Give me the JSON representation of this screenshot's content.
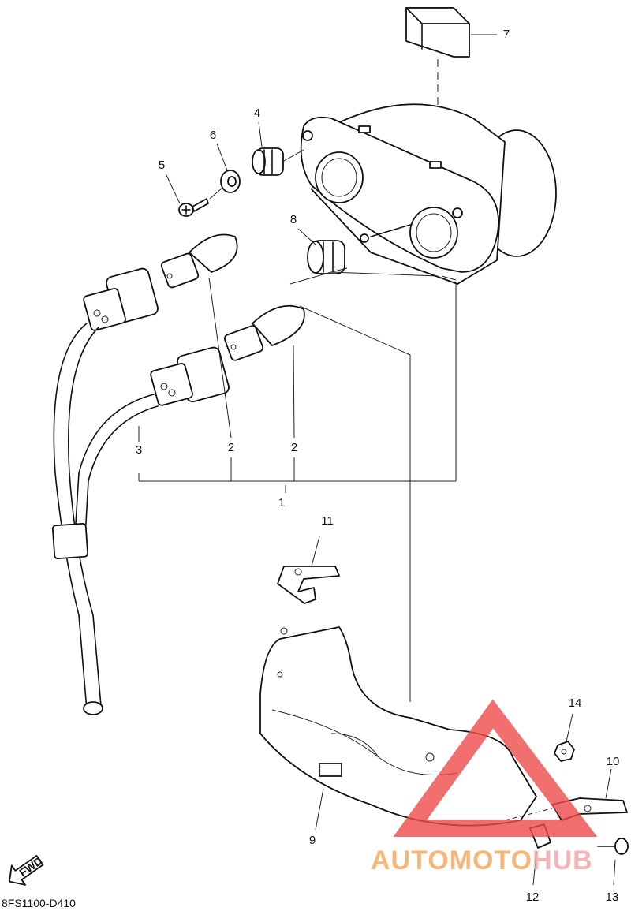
{
  "diagram_code": "8FS1100-D410",
  "fwd_label": "FWD",
  "callouts": [
    "1",
    "2",
    "2",
    "3",
    "4",
    "5",
    "6",
    "7",
    "8",
    "9",
    "10",
    "11",
    "12",
    "13",
    "14"
  ],
  "watermark": {
    "part1": "AUTOMOTO",
    "part2": "HUB",
    "color1": "#f2a65a",
    "color2": "#f0a2a2",
    "triangle_color": "#ef4b4b"
  }
}
